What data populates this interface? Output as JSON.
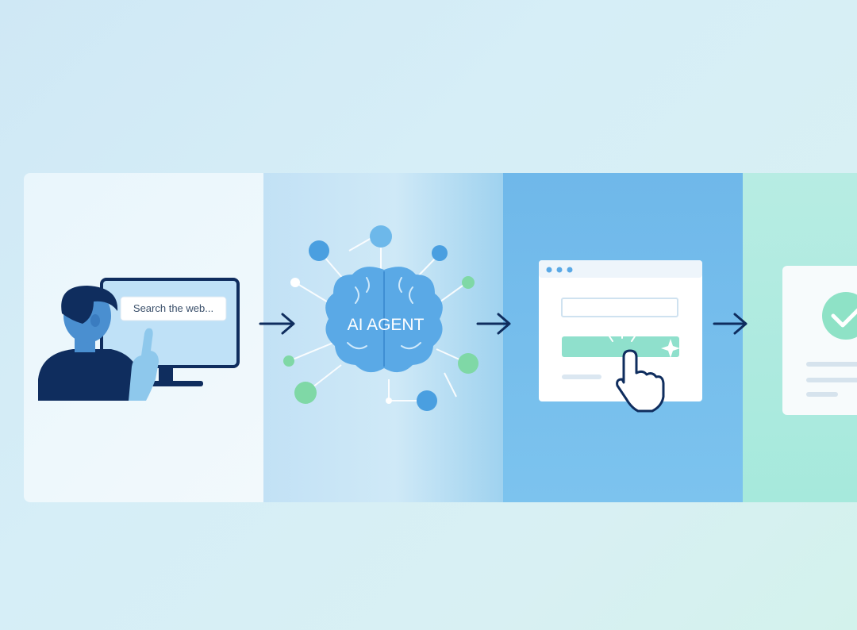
{
  "steps": [
    {
      "id": "user-search",
      "search_placeholder": "Search the web..."
    },
    {
      "id": "ai-agent",
      "label": "AI AGENT"
    },
    {
      "id": "browser-action"
    },
    {
      "id": "task-complete"
    }
  ],
  "icons": [
    "person-icon",
    "monitor-icon",
    "pointing-hand-icon",
    "brain-icon",
    "network-nodes-icon",
    "arrow-right-icon",
    "browser-window-icon",
    "cursor-hand-icon",
    "sparkle-icon",
    "checkmark-icon"
  ],
  "colors": {
    "navy": "#0f2d5e",
    "blue": "#4a9fe0",
    "green": "#7fd8a6",
    "panel1": "#eef8fc",
    "panel3": "#74bdec",
    "panel4": "#aeebe0"
  }
}
